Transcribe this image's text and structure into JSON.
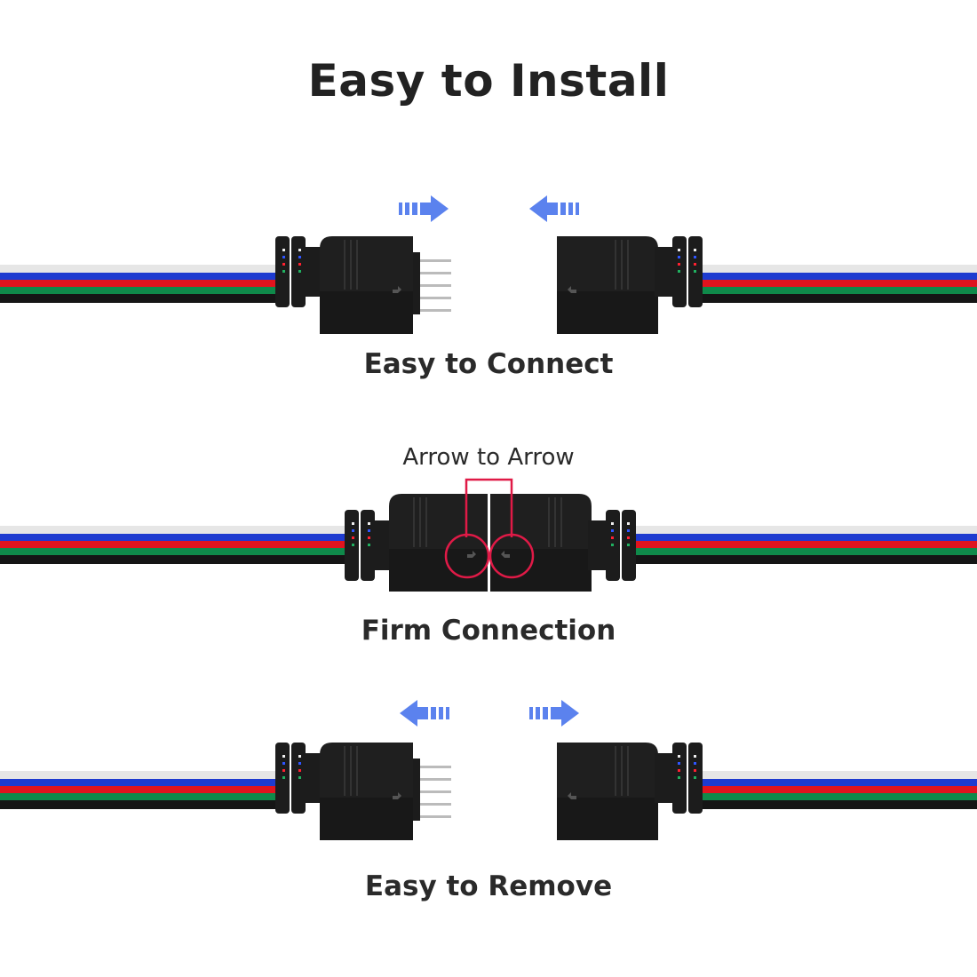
{
  "title": "Easy to Install",
  "sections": [
    {
      "label": "Easy to Connect",
      "arrows": [
        "right",
        "left"
      ]
    },
    {
      "label": "Firm Connection",
      "callout": "Arrow to Arrow"
    },
    {
      "label": "Easy to Remove",
      "arrows": [
        "left",
        "right"
      ]
    }
  ],
  "colors": {
    "arrow": "#5b82ee",
    "callout": "#e01a47",
    "connector": "#1c1c1c",
    "wires": [
      "#e8e8e8",
      "#1e3bd0",
      "#e0141e",
      "#0f8a4a",
      "#151515"
    ]
  }
}
